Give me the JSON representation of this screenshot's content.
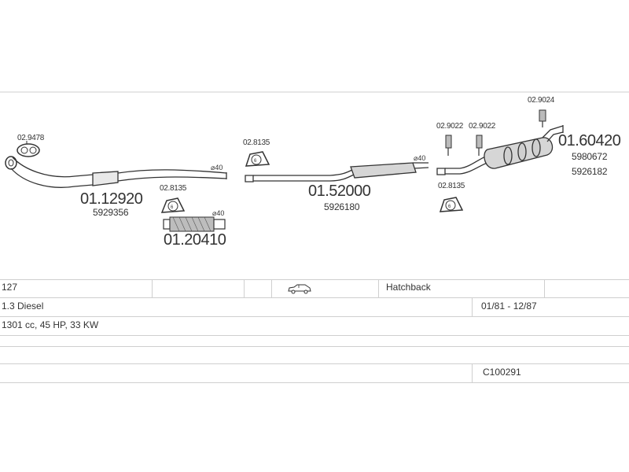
{
  "parts": {
    "clamp_top_left": "02.9478",
    "front_pipe": "01.12920",
    "front_pipe_oe": "5929356",
    "front_pipe_dia": "⌀40",
    "clamp_mid_1": "02.8135",
    "flex_pipe": "01.20410",
    "flex_pipe_dia": "⌀40",
    "clamp_mid_2": "02.8135",
    "middle_silencer": "01.52000",
    "middle_silencer_oe": "5926180",
    "middle_silencer_dia": "⌀40",
    "clamp_right": "02.8135",
    "mount_1": "02.9022",
    "mount_2": "02.9022",
    "mount_3": "02.9024",
    "rear_silencer": "01.60420",
    "rear_silencer_oe_1": "5980672",
    "rear_silencer_oe_2": "5926182"
  },
  "vehicle": {
    "model": "127",
    "body": "Hatchback",
    "engine": "1.3 Diesel",
    "years": "01/81 - 12/87",
    "specs": "1301 cc, 45 HP, 33 KW",
    "code": "C100291"
  },
  "icons": {
    "car": "hatchback-car-icon"
  }
}
